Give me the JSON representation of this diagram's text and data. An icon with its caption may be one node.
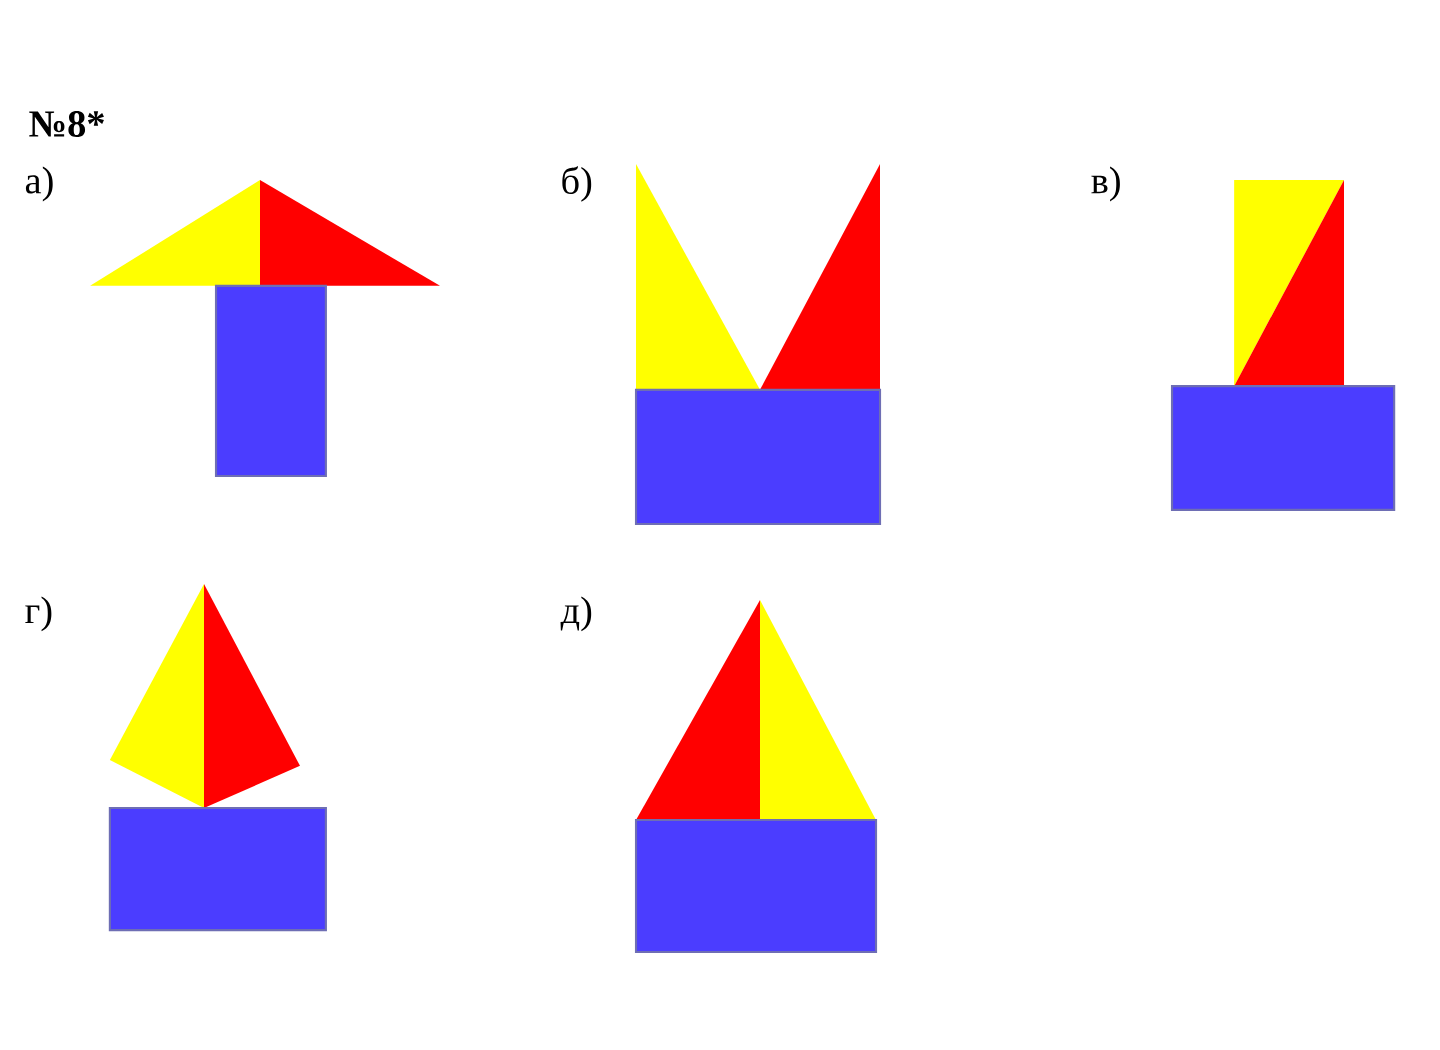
{
  "diagram": {
    "labels": [
      "№8*",
      "а)",
      "б)",
      "в)",
      "г)",
      "д)"
    ]
  }
}
